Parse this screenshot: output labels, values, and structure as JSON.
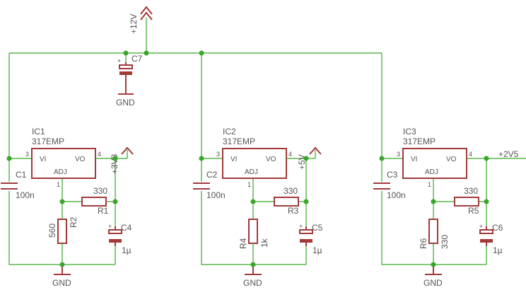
{
  "supply": {
    "label": "+12V",
    "cap": {
      "name": "C7",
      "plus": "+"
    }
  },
  "gnd_label": "GND",
  "regulators": [
    {
      "ic": {
        "name": "IC1",
        "part": "317EMP",
        "vi": "VI",
        "vo": "VO",
        "adj": "ADJ",
        "pin_in": "3",
        "pin_out": "4",
        "pin_adj": "1"
      },
      "cin": {
        "name": "C1",
        "value": "100n"
      },
      "r_top": {
        "name": "R1",
        "value": "330"
      },
      "r_bot": {
        "name": "R2",
        "value": "560"
      },
      "cout": {
        "name": "C4",
        "value": "1µ",
        "plus": "+"
      },
      "out_label": "+3V3"
    },
    {
      "ic": {
        "name": "IC2",
        "part": "317EMP",
        "vi": "VI",
        "vo": "VO",
        "adj": "ADJ",
        "pin_in": "3",
        "pin_out": "4",
        "pin_adj": "1"
      },
      "cin": {
        "name": "C2",
        "value": "100n"
      },
      "r_top": {
        "name": "R3",
        "value": "330"
      },
      "r_bot": {
        "name": "R4",
        "value": "1k"
      },
      "cout": {
        "name": "C5",
        "value": "1µ",
        "plus": "+"
      },
      "out_label": "+5V"
    },
    {
      "ic": {
        "name": "IC3",
        "part": "317EMP",
        "vi": "VI",
        "vo": "VO",
        "adj": "ADJ",
        "pin_in": "3",
        "pin_out": "4",
        "pin_adj": "1"
      },
      "cin": {
        "name": "C3",
        "value": "100n"
      },
      "r_top": {
        "name": "R5",
        "value": "330"
      },
      "r_bot": {
        "name": "R6",
        "value": "330"
      },
      "cout": {
        "name": "C6",
        "value": "1µ",
        "plus": "+"
      },
      "out_label": "+2V5"
    }
  ]
}
